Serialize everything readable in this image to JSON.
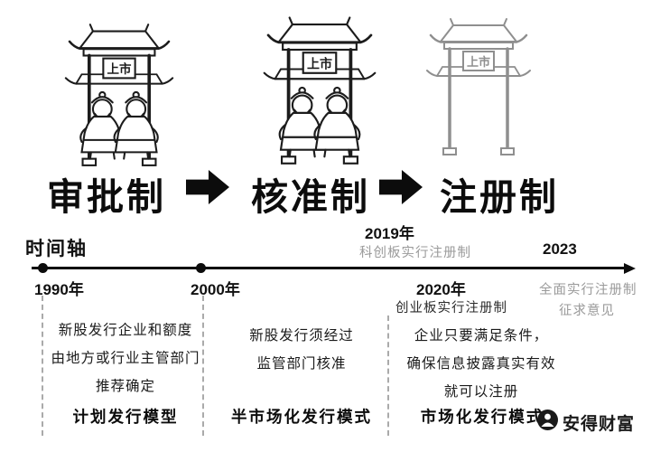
{
  "colors": {
    "ink": "#0c0c0c",
    "gray_text": "#9a9a9a"
  },
  "gate": {
    "plaque": "上市"
  },
  "stages": [
    {
      "label": "审批制"
    },
    {
      "label": "核准制"
    },
    {
      "label": "注册制"
    }
  ],
  "timeline": {
    "axis_label": "时间轴",
    "y1990": "1990年",
    "y2000": "2000年",
    "y2019": "2019年",
    "d2019": "科创板实行注册制",
    "y2020": "2020年",
    "d2020": "创业板实行注册制",
    "y2023": "2023",
    "d2023_line1": "全面实行注册制",
    "d2023_line2": "征求意见"
  },
  "columns": [
    {
      "lines": [
        "新股发行企业和额度",
        "由地方或行业主管部门",
        "推荐确定"
      ],
      "model": "计划发行模型"
    },
    {
      "lines": [
        "新股发行须经过",
        "监管部门核准"
      ],
      "model": "半市场化发行模式"
    },
    {
      "lines": [
        "企业只要满足条件，",
        "确保信息披露真实有效",
        "就可以注册"
      ],
      "model": "市场化发行模式"
    }
  ],
  "footer": {
    "brand": "安得财富"
  }
}
